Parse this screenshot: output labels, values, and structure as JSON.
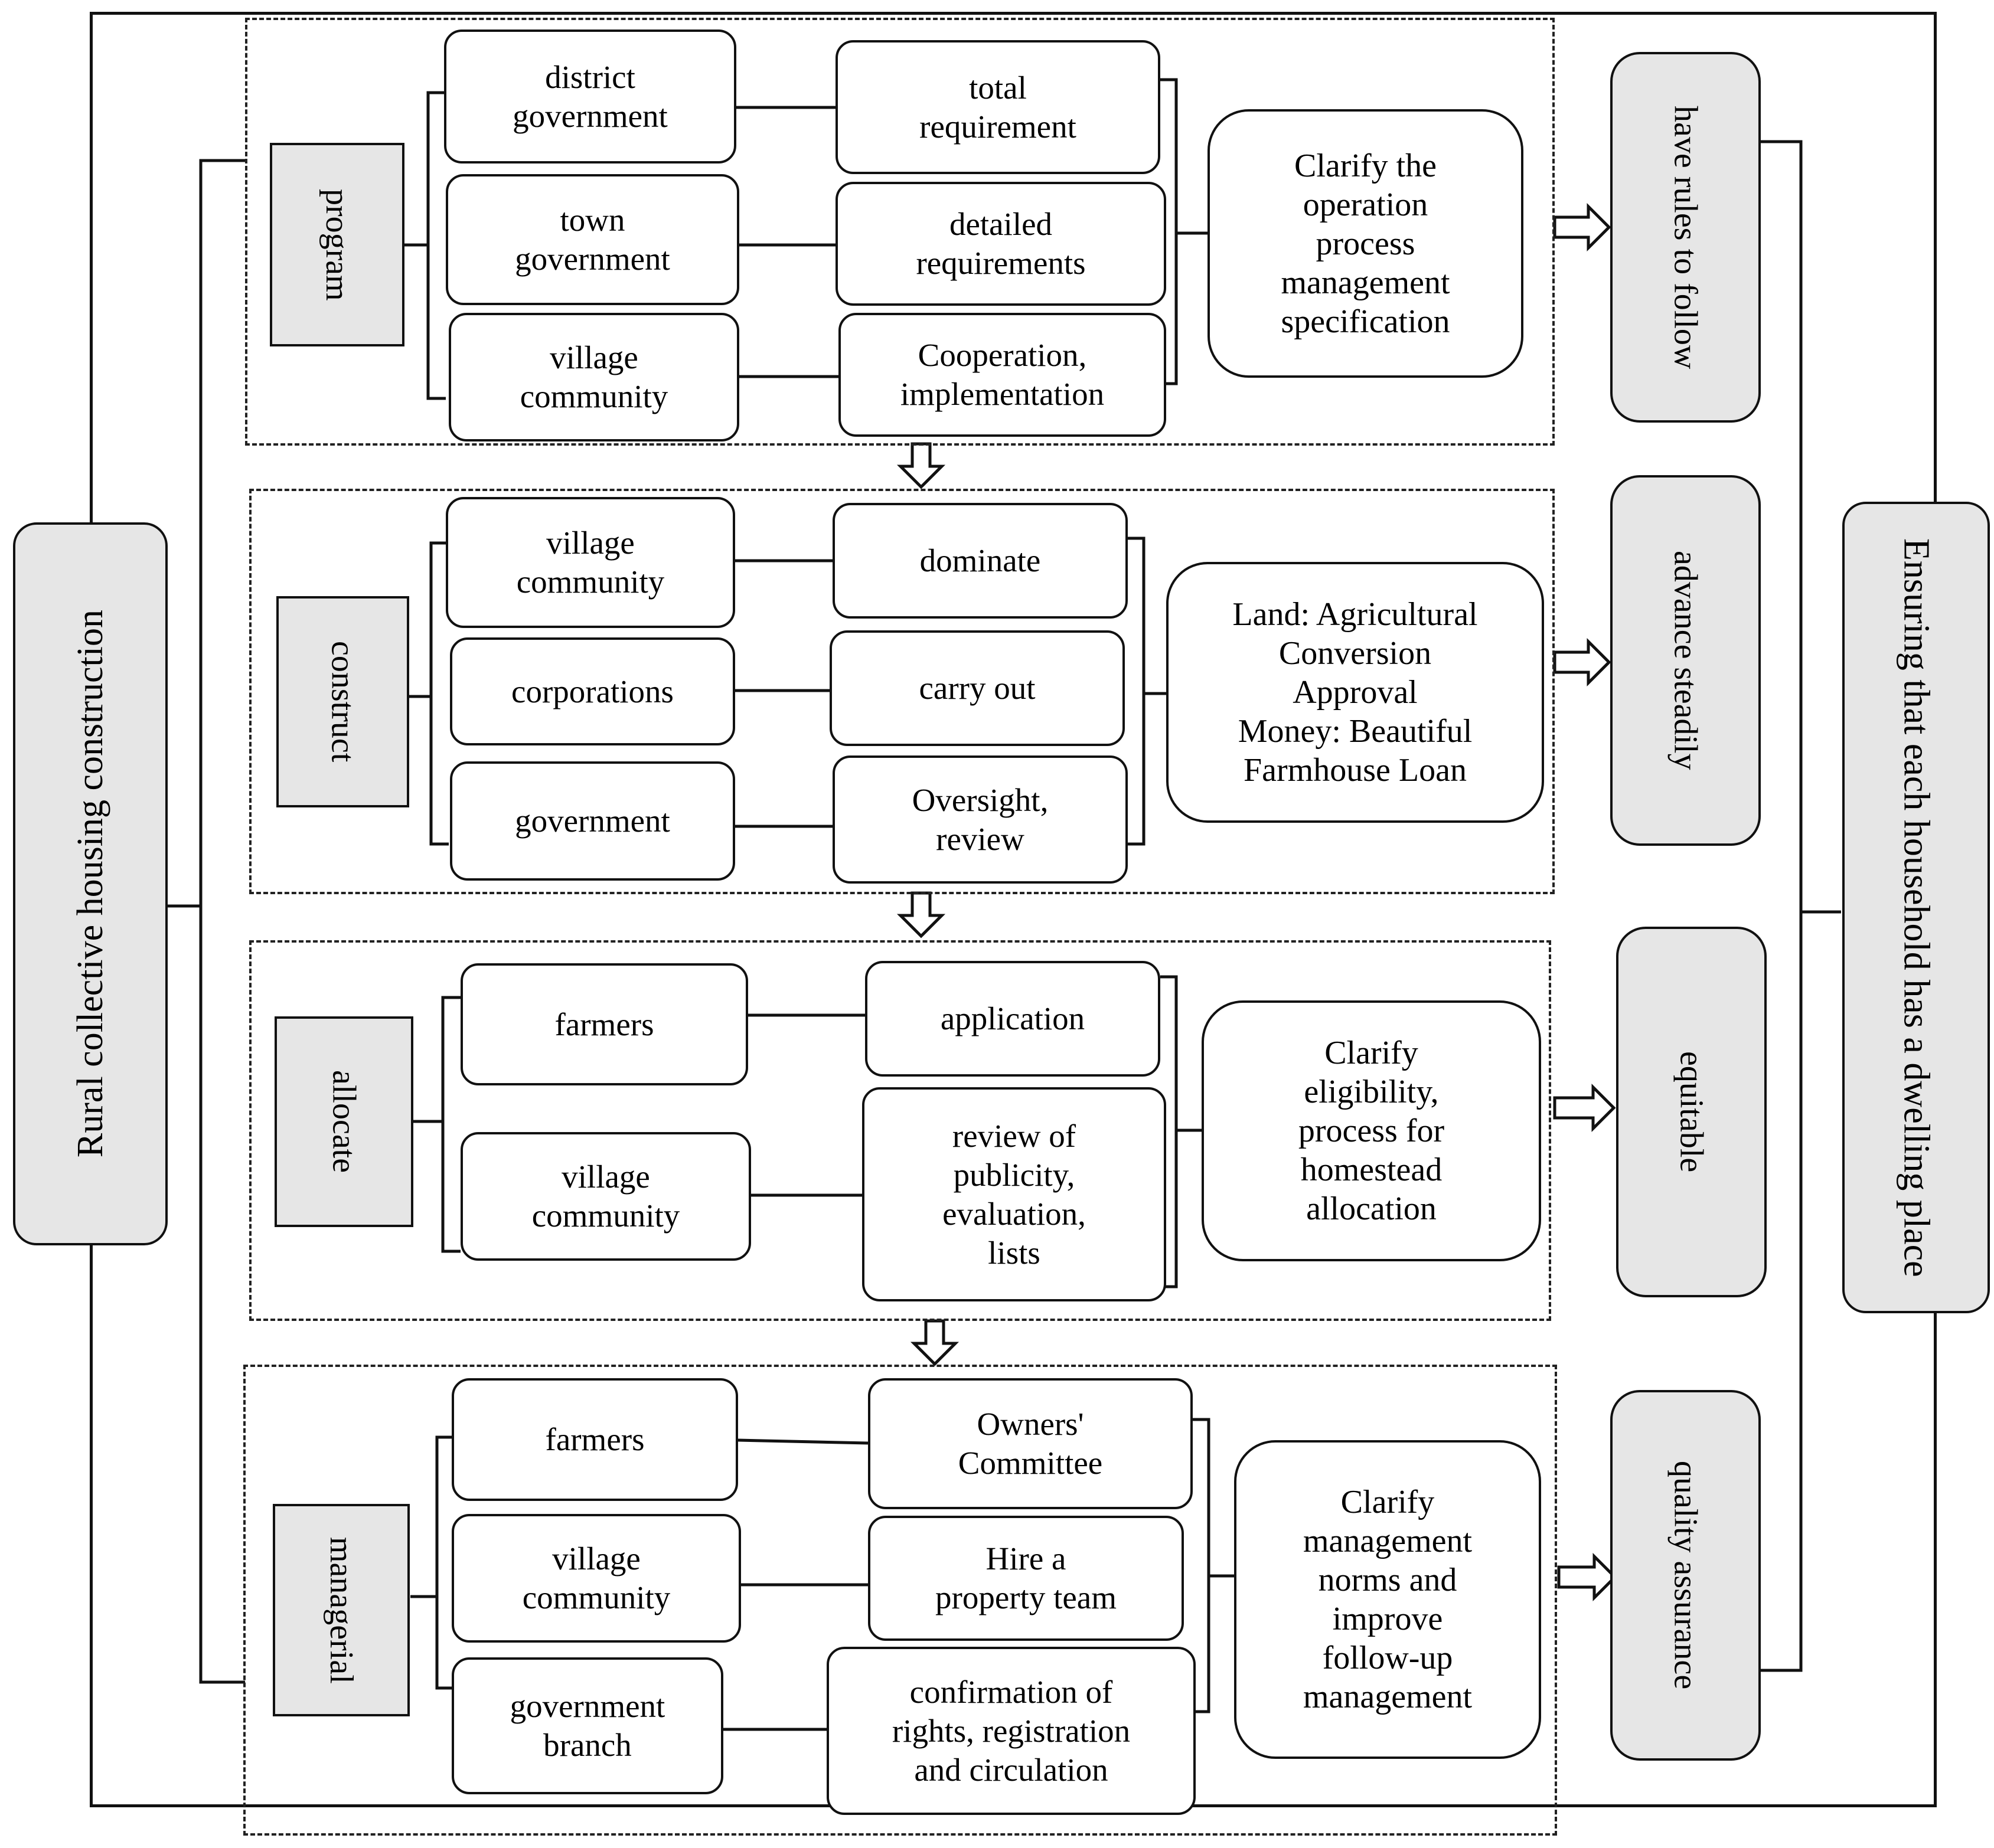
{
  "left_title": "Rural collective housing construction",
  "right_title": "Ensuring that each household has a dwelling place",
  "stages": [
    {
      "label": "program",
      "actors": [
        "district\ngovernment",
        "town\ngovernment",
        "village\ncommunity"
      ],
      "actions": [
        "total\nrequirement",
        "detailed\nrequirements",
        "Cooperation,\nimplementation"
      ],
      "outcome": "Clarify the\noperation\nprocess\nmanagement\nspecification",
      "goal": "have rules to follow"
    },
    {
      "label": "construct",
      "actors": [
        "village\ncommunity",
        "corporations",
        "government"
      ],
      "actions": [
        "dominate",
        "carry out",
        "Oversight,\nreview"
      ],
      "outcome": "Land: Agricultural\nConversion\nApproval\nMoney: Beautiful\nFarmhouse Loan",
      "goal": "advance steadily"
    },
    {
      "label": "allocate",
      "actors": [
        "farmers",
        "village\ncommunity"
      ],
      "actions": [
        "application",
        "review of\npublicity,\nevaluation,\nlists"
      ],
      "outcome": "Clarify\neligibility,\nprocess for\nhomestead\nallocation",
      "goal": "equitable"
    },
    {
      "label": "managerial",
      "actors": [
        "farmers",
        "village\ncommunity",
        "government\nbranch"
      ],
      "actions": [
        "Owners'\nCommittee",
        "Hire a\nproperty team",
        "confirmation of\nrights, registration\nand circulation"
      ],
      "outcome": "Clarify\nmanagement\nnorms and\nimprove\nfollow-up\nmanagement",
      "goal": "quality assurance"
    }
  ]
}
